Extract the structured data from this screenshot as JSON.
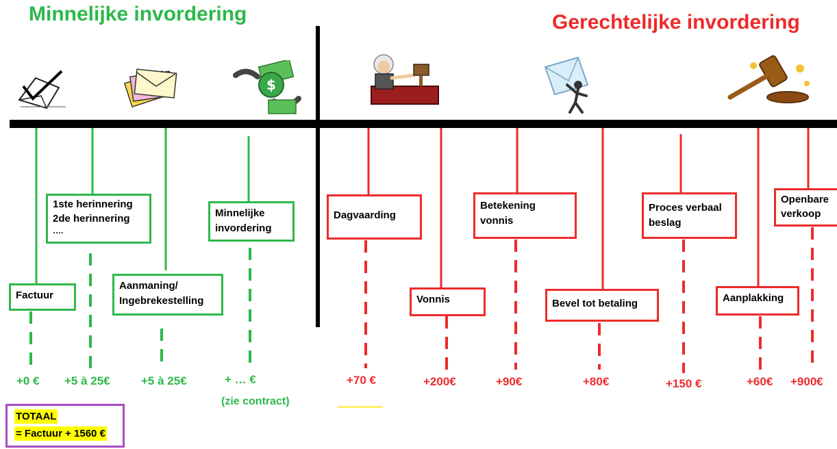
{
  "headings": {
    "minnelijk": "Minnelijke invordering",
    "gerechtelijk": "Gerechtelijke invordering"
  },
  "colors": {
    "green": "#2db84a",
    "red": "#ee2a2a",
    "black": "#000000",
    "purple": "#a64bc4",
    "highlight": "#ffff00"
  },
  "green_steps": [
    {
      "lines": [
        "Factuur"
      ],
      "amount": "+0 €"
    },
    {
      "lines": [
        "1ste herinnering",
        "2de herinnering",
        "…."
      ],
      "amount": "+5 à 25€"
    },
    {
      "lines": [
        "Aanmaning/",
        "Ingebrekestelling"
      ],
      "amount": "+5 à 25€"
    },
    {
      "lines": [
        "Minnelijke",
        "invordering"
      ],
      "amount": "+ … €",
      "note": "(zie contract)"
    }
  ],
  "red_steps": [
    {
      "lines": [
        "Dagvaarding"
      ],
      "amount": "+70 €"
    },
    {
      "lines": [
        "Vonnis"
      ],
      "amount": "+200€"
    },
    {
      "lines": [
        "Betekening",
        "vonnis"
      ],
      "amount": "+90€"
    },
    {
      "lines": [
        "Bevel tot betaling"
      ],
      "amount": "+80€"
    },
    {
      "lines": [
        "Proces verbaal",
        "beslag"
      ],
      "amount": "+150 €"
    },
    {
      "lines": [
        "Aanplakking"
      ],
      "amount": "+60€"
    },
    {
      "lines": [
        "Openbare",
        "verkoop"
      ],
      "amount": "+900€"
    }
  ],
  "totaal": {
    "line1": "TOTAAL",
    "line2": "= Factuur + 1560 €"
  },
  "icons": [
    "envelope-check-icon",
    "letters-stack-icon",
    "money-handshake-icon",
    "judge-icon",
    "envelope-man-icon",
    "gavel-icon"
  ]
}
